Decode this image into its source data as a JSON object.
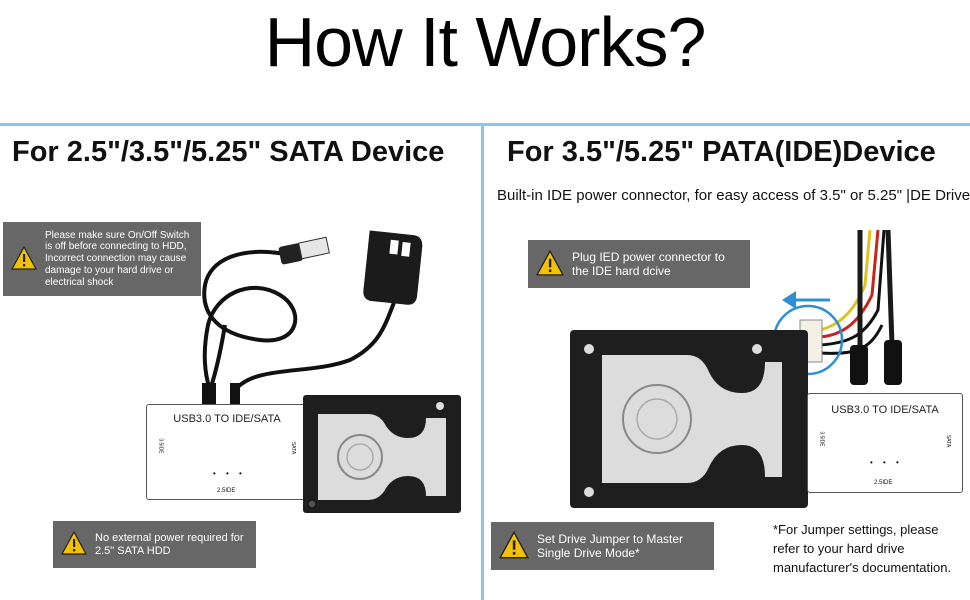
{
  "title": "How It Works?",
  "left": {
    "heading": "For 2.5\"/3.5\"/5.25\" SATA Device",
    "warning_top": "Please make sure On/Off Switch is off before connecting to HDD, Incorrect connection may cause damage to your hard drive or electrical shock",
    "warning_bottom": "No external power required for 2.5\" SATA HDD",
    "device_label": "USB3.0 TO IDE/SATA",
    "port_label": "2.5IDE",
    "side_left": "3.5IDE",
    "side_right": "SATA"
  },
  "right": {
    "heading": "For 3.5\"/5.25\" PATA(IDE)Device",
    "caption": "Built-in IDE power connector, for easy access of 3.5\" or 5.25\" |DE Drive",
    "warning_top": "Plug IED power connector to the IDE hard dcive",
    "warning_bottom": "Set Drive Jumper to Master Single Drive Mode*",
    "device_label": "USB3.0 TO IDE/SATA",
    "port_label": "2.5IDE",
    "side_left": "3.5IDE",
    "side_right": "SATA",
    "note": "*For Jumper settings, please refer to your hard drive manufacturer's documentation."
  },
  "colors": {
    "divider": "#8fc4ea",
    "warning_bg": "#676767",
    "warning_icon": "#f2c200",
    "arrow": "#2f8fd4"
  },
  "icons": [
    "warning-icon",
    "usb-plug-icon",
    "power-adapter-icon",
    "arrow-left-icon",
    "hard-drive-icon"
  ]
}
